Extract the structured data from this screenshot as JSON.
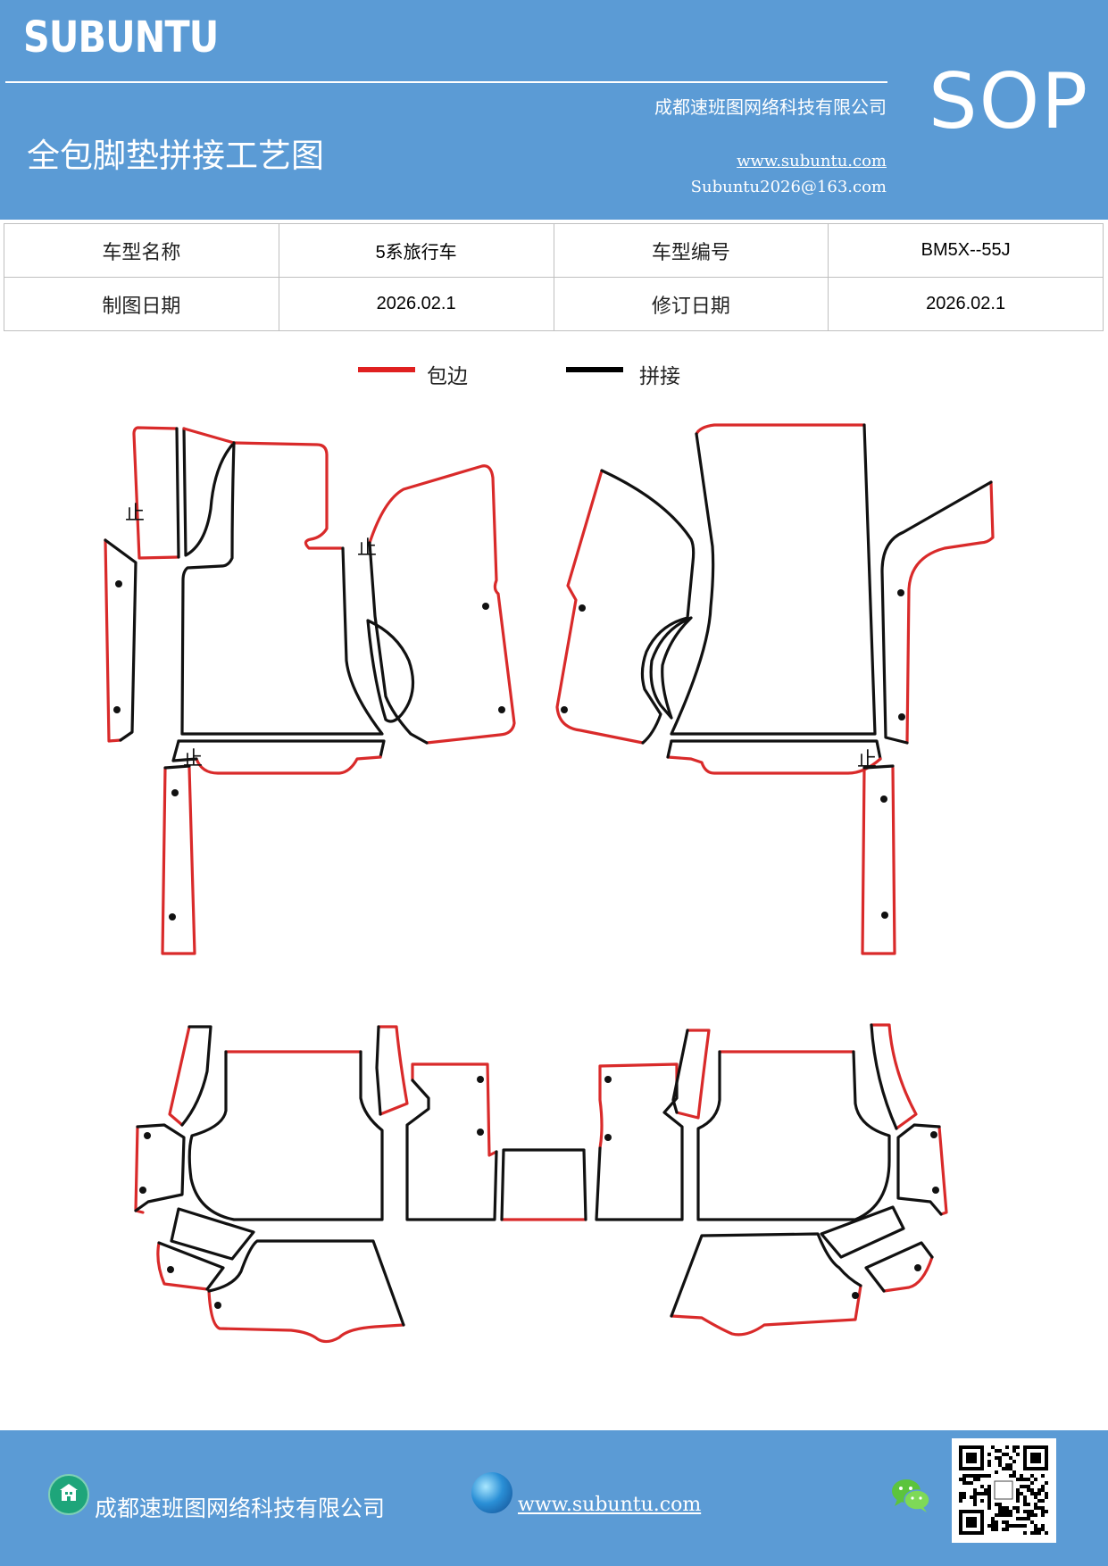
{
  "header": {
    "brand": "SUBUNTU",
    "sop": "SOP",
    "title": "全包脚垫拼接工艺图",
    "company": "成都速班图网络科技有限公司",
    "website": "www.subuntu.com",
    "email": "Subuntu2026@163.com"
  },
  "info_table": {
    "rows": [
      [
        "车型名称",
        "5系旅行车",
        "车型编号",
        "BM5X--55J"
      ],
      [
        "制图日期",
        "2026.02.1",
        "修订日期",
        "2026.02.1"
      ]
    ]
  },
  "legend": {
    "items": [
      {
        "label": "包边",
        "color": "#e02020"
      },
      {
        "label": "拼接",
        "color": "#000000"
      }
    ]
  },
  "diagram": {
    "marker": "止"
  },
  "footer": {
    "company": "成都速班图网络科技有限公司",
    "website": "www.subuntu.com",
    "icons": [
      "building-icon",
      "globe-icon",
      "wechat-icon",
      "qr-code"
    ]
  }
}
